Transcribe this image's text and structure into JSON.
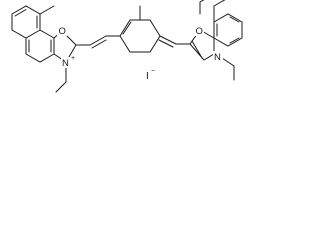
{
  "diagram": {
    "type": "chemical-structure",
    "atoms": {
      "left_oxygen": "O",
      "left_nitrogen": "N",
      "right_oxygen": "O",
      "right_nitrogen": "N"
    },
    "charges": {
      "left_nitrogen_charge": "+"
    },
    "counter_ion": {
      "symbol": "I",
      "charge": "−"
    }
  }
}
